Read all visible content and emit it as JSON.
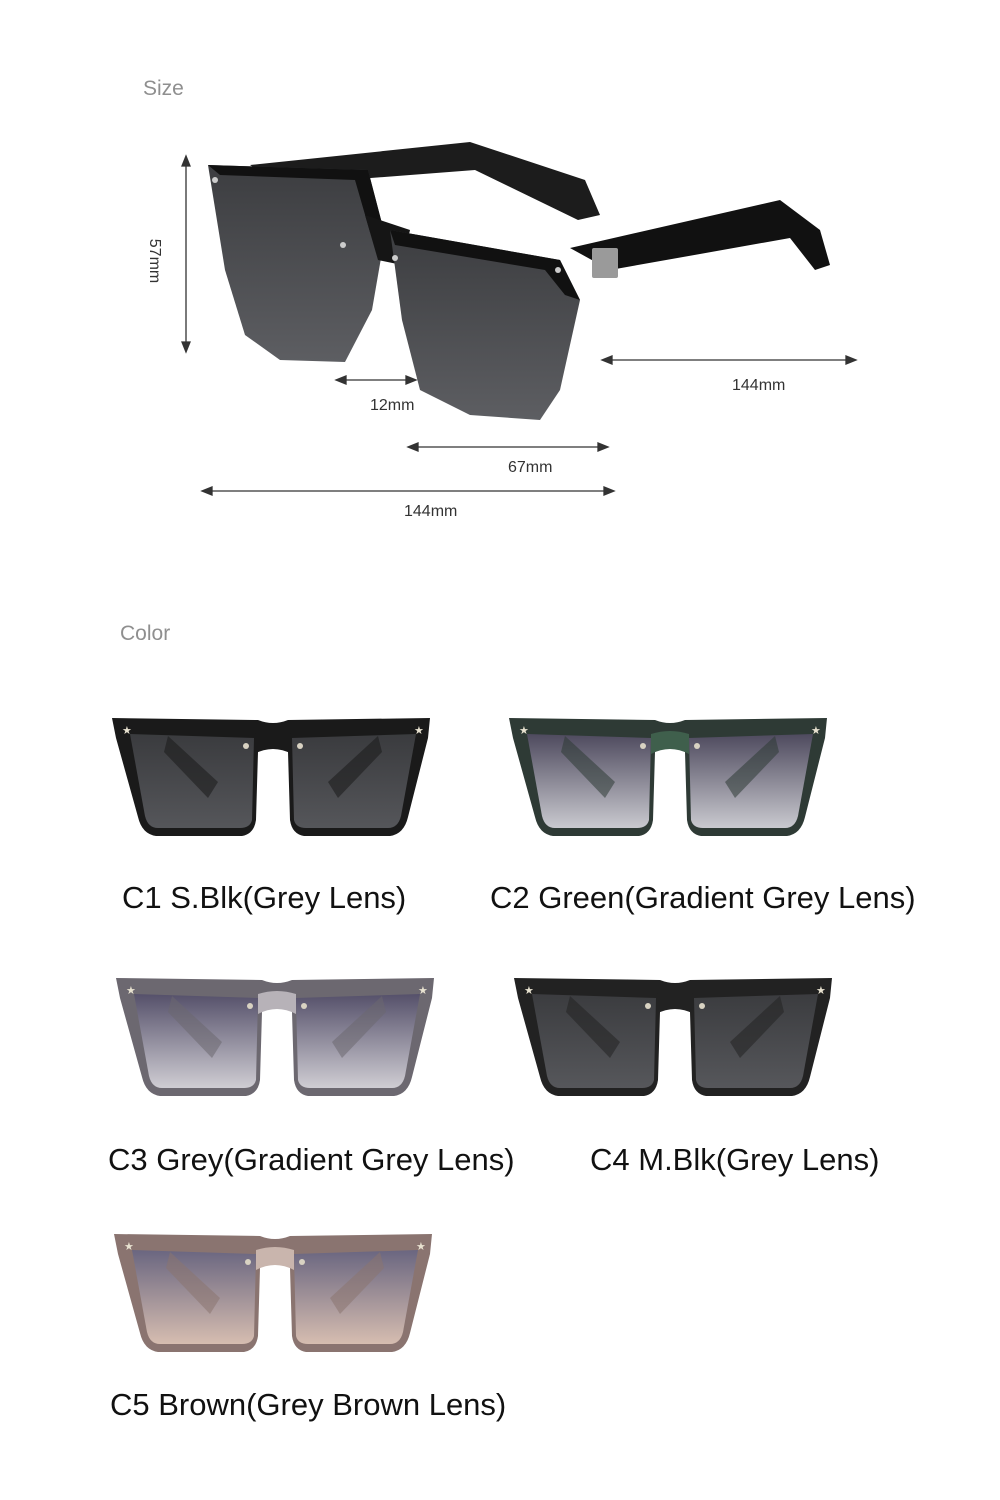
{
  "size_section": {
    "label": "Size",
    "dimensions": {
      "height": "57mm",
      "bridge": "12mm",
      "lens_width": "67mm",
      "temple_length": "144mm",
      "frame_width": "144mm"
    }
  },
  "color_section": {
    "label": "Color",
    "variants": [
      {
        "label": "C1 S.Blk(Grey Lens)",
        "frame": "#1a1a1a",
        "bridge": "#1a1a1a",
        "lens_top": "#3a3b3e",
        "lens_bottom": "#55565a"
      },
      {
        "label": "C2 Green(Gradient Grey Lens)",
        "frame": "#2e3a35",
        "bridge": "#3f5f4c",
        "lens_top": "#4e4a5e",
        "lens_bottom": "#c9c9cf"
      },
      {
        "label": "C3 Grey(Gradient Grey Lens)",
        "frame": "#6c6870",
        "bridge": "#b7b2b8",
        "lens_top": "#55506a",
        "lens_bottom": "#cfcdd3"
      },
      {
        "label": "C4 M.Blk(Grey Lens)",
        "frame": "#222222",
        "bridge": "#222222",
        "lens_top": "#3b3c3f",
        "lens_bottom": "#56575b"
      },
      {
        "label": "C5 Brown(Grey Brown Lens)",
        "frame": "#8a7470",
        "bridge": "#c9b5ad",
        "lens_top": "#6a6680",
        "lens_bottom": "#d6bdb0"
      }
    ]
  }
}
